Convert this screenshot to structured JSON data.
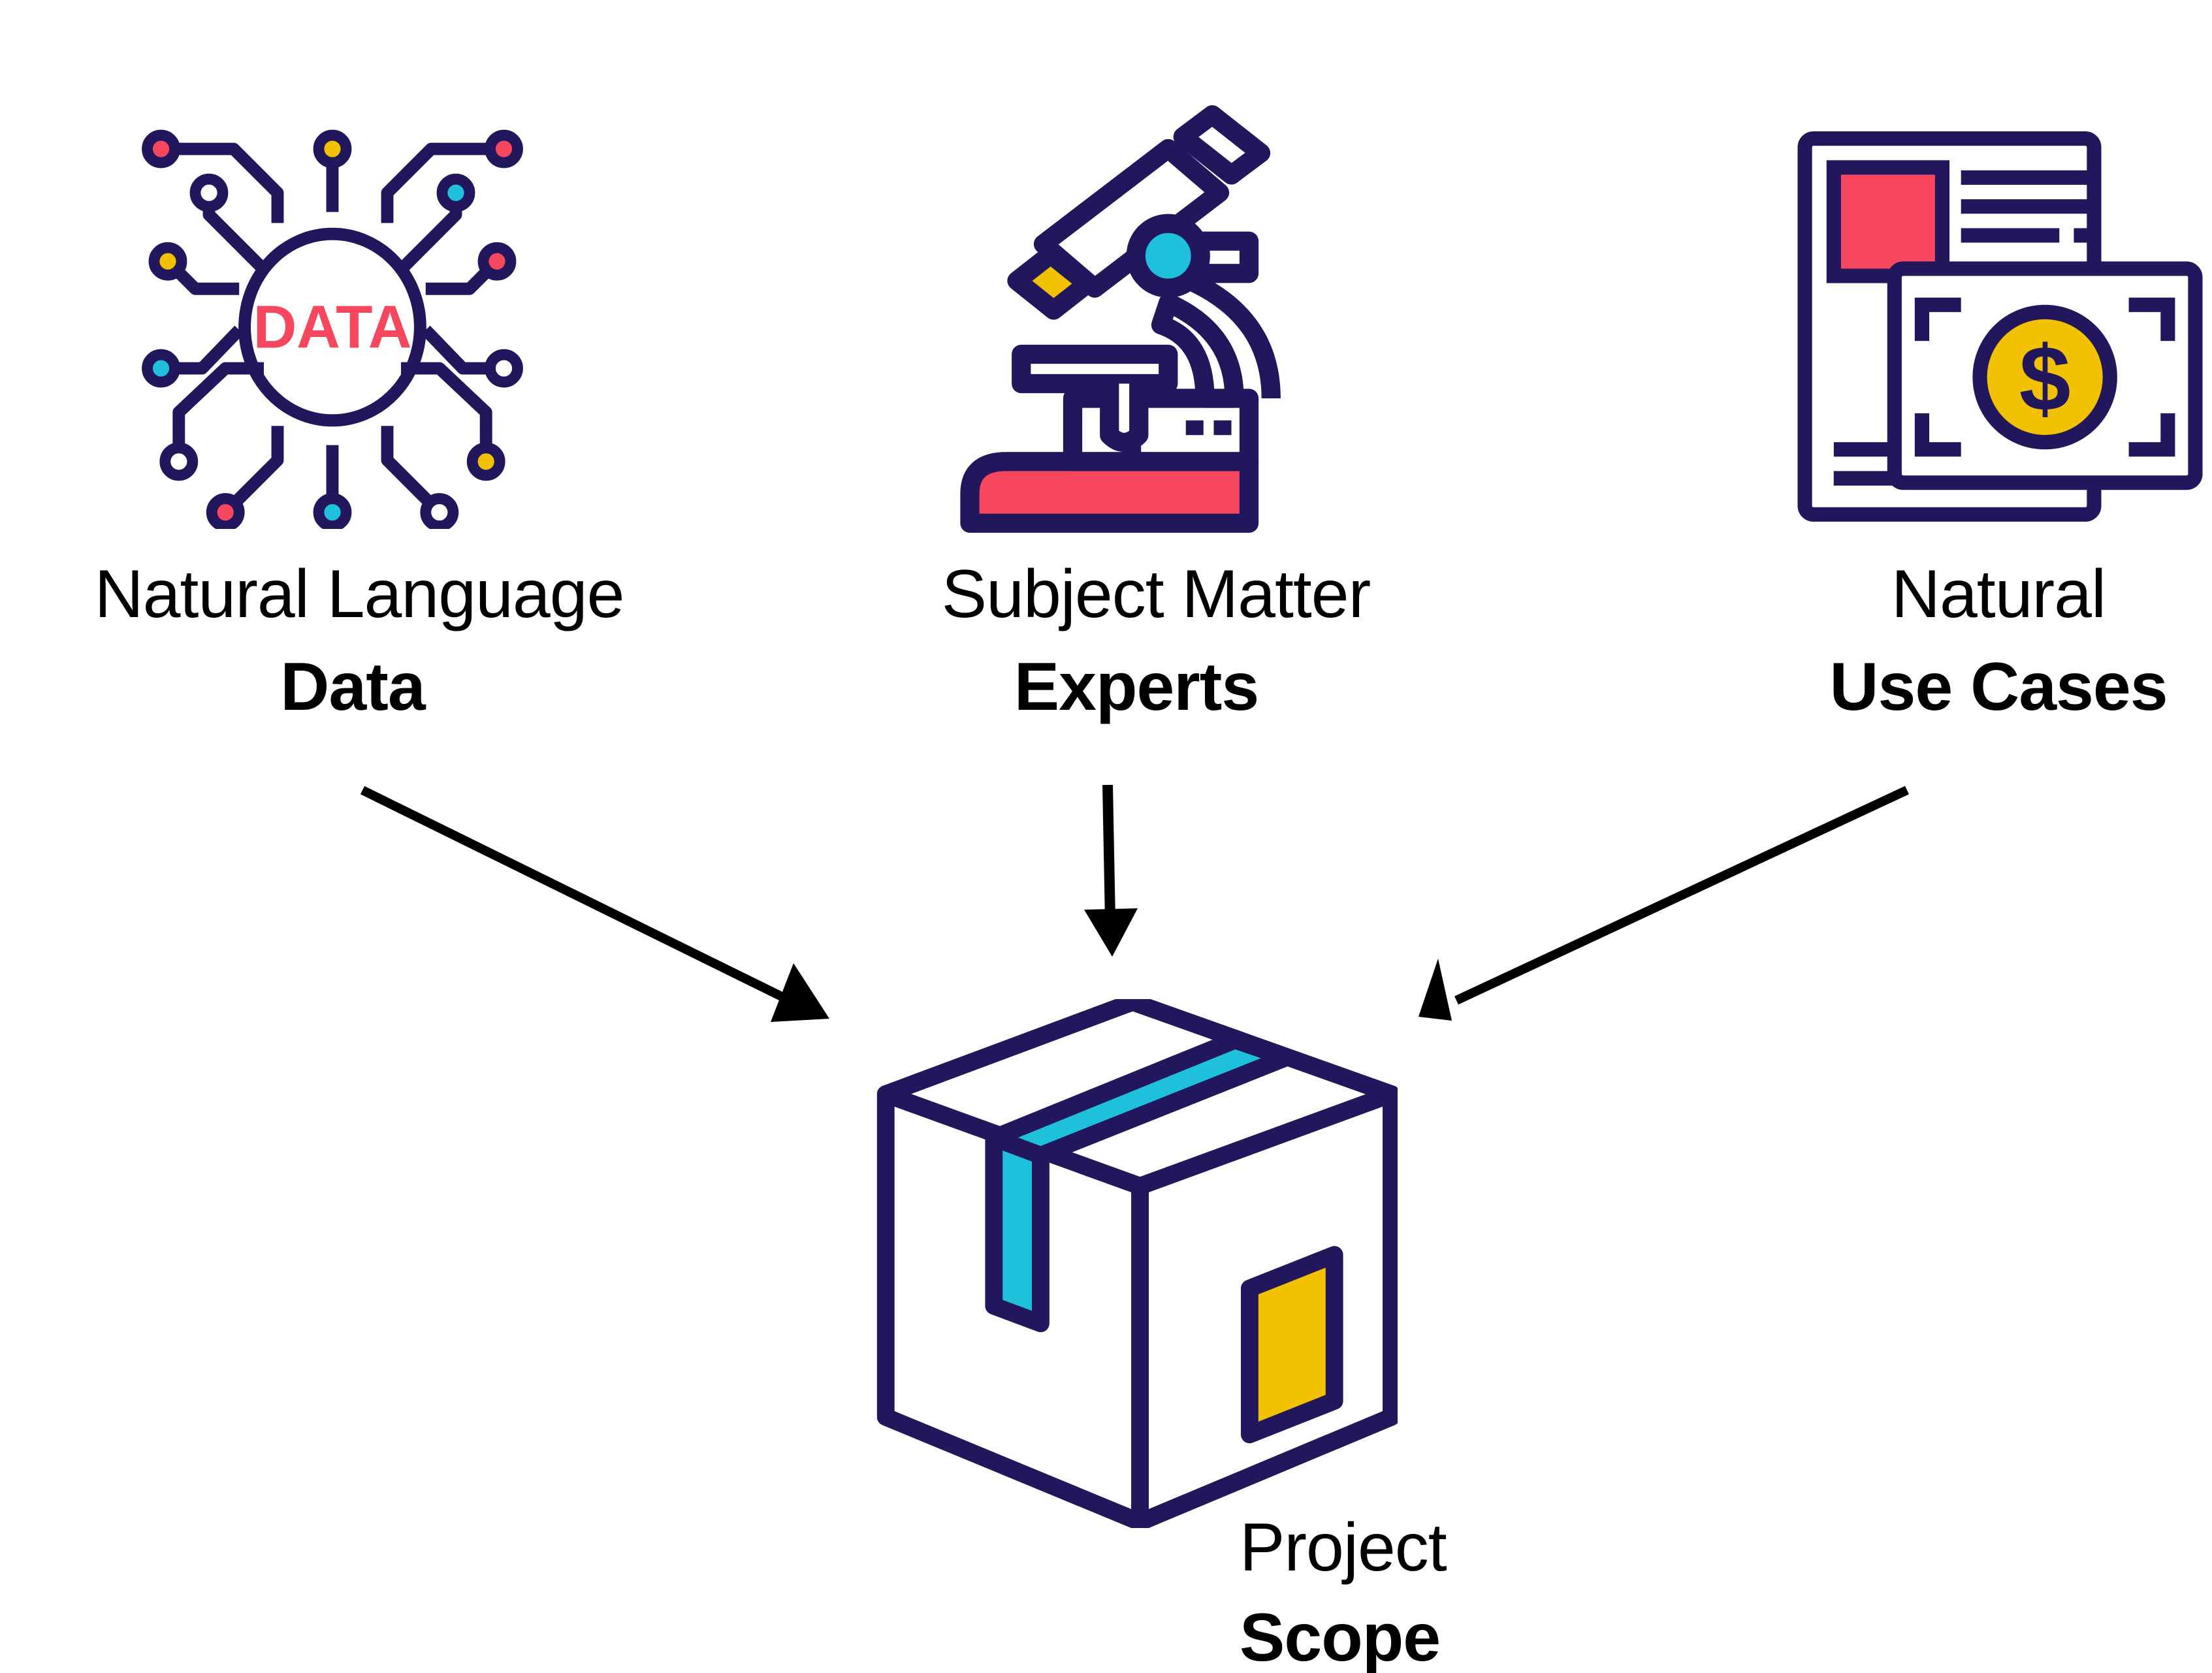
{
  "diagram": {
    "sources": [
      {
        "id": "data",
        "line1": "Natural Language",
        "line2": "Data",
        "icon": "data-network-icon",
        "icon_text": "DATA"
      },
      {
        "id": "experts",
        "line1": "Subject Matter",
        "line2": "Experts",
        "icon": "microscope-icon"
      },
      {
        "id": "usecases",
        "line1": "Natural",
        "line2": "Use Cases",
        "icon": "money-document-icon",
        "icon_text": "$"
      }
    ],
    "target": {
      "line1": "Project",
      "line2": "Scope",
      "icon": "package-box-icon"
    },
    "edges": [
      {
        "from": "data",
        "to": "target"
      },
      {
        "from": "experts",
        "to": "target"
      },
      {
        "from": "usecases",
        "to": "target"
      }
    ]
  },
  "colors": {
    "outline": "#22175c",
    "red": "#f7475f",
    "yellow": "#f2c200",
    "cyan": "#1ec0dc",
    "arrow": "#000000",
    "background": "#ffffff"
  }
}
